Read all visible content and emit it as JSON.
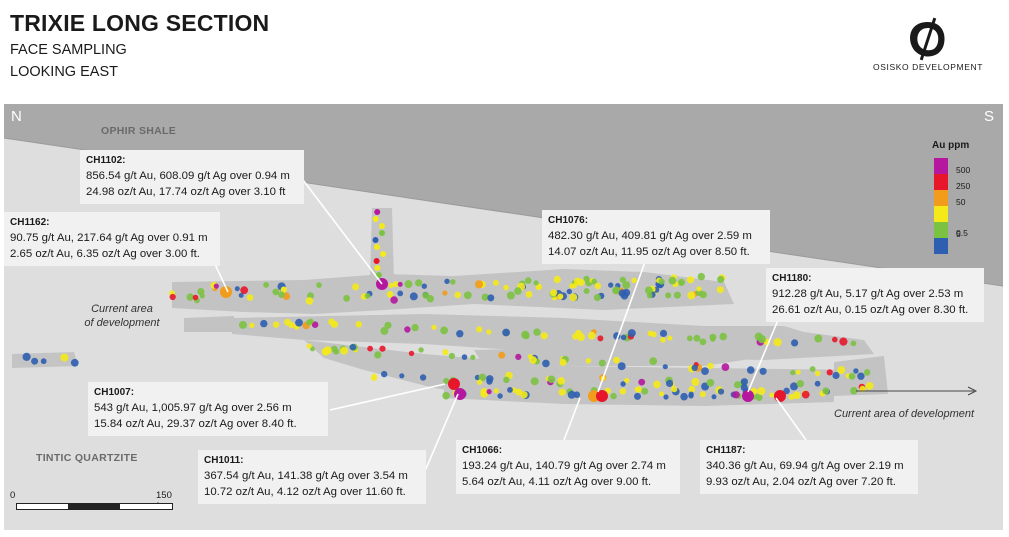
{
  "title": "TRIXIE LONG SECTION",
  "subtitle1": "FACE SAMPLING",
  "subtitle2": "LOOKING EAST",
  "logo_text": "OSISKO DEVELOPMENT",
  "compass": {
    "left": "N",
    "right": "S"
  },
  "rock_labels": {
    "top": "OPHIR SHALE",
    "bottom": "TINTIC QUARTZITE"
  },
  "current_area_left": [
    "Current area",
    "of development"
  ],
  "current_area_right": "Current area of development",
  "legend": {
    "title": "Au ppm",
    "items": [
      {
        "label": "500",
        "color": "#b5179e"
      },
      {
        "label": "250",
        "color": "#e8162a"
      },
      {
        "label": "50",
        "color": "#f39b1a"
      },
      {
        "label": "",
        "color": "#f4ea1a"
      },
      {
        "label": "5",
        "color": "#7cc242"
      },
      {
        "label": "0.5",
        "color": "#2f5fb0"
      }
    ]
  },
  "scale": {
    "start": "0",
    "end": "150 ft"
  },
  "callouts": [
    {
      "id": "CH1102:",
      "line1": "856.54 g/t Au, 608.09 g/t Ag over 0.94 m",
      "line2": "24.98 oz/t Au, 17.74 oz/t Ag over 3.10 ft"
    },
    {
      "id": "CH1162:",
      "line1": "90.75 g/t Au, 217.64 g/t Ag over 0.91 m",
      "line2": "2.65 oz/t Au, 6.35 oz/t Ag over 3.00 ft."
    },
    {
      "id": "CH1076:",
      "line1": "482.30 g/t Au, 409.81 g/t Ag over 2.59 m",
      "line2": "14.07 oz/t Au, 11.95 oz/t Ag over 8.50 ft."
    },
    {
      "id": "CH1180:",
      "line1": "912.28 g/t Au, 5.17 g/t Ag over 2.53 m",
      "line2": "26.61 oz/t Au, 0.15 oz/t Ag over 8.30 ft."
    },
    {
      "id": "CH1007:",
      "line1": "543 g/t Au, 1,005.97 g/t Ag over 2.56 m",
      "line2": "15.84 oz/t Au, 29.37 oz/t Ag over 8.40 ft."
    },
    {
      "id": "CH1011:",
      "line1": "367.54 g/t Au, 141.38 g/t Ag over 3.54 m",
      "line2": "10.72 oz/t Au, 4.12 oz/t Ag over 11.60 ft."
    },
    {
      "id": "CH1066:",
      "line1": "193.24 g/t Au, 140.79 g/t Ag over 2.74 m",
      "line2": "5.64 oz/t Au, 4.11 oz/t Ag over 9.00 ft."
    },
    {
      "id": "CH1187:",
      "line1": "340.36 g/t Au, 69.94 g/t Ag over 2.19 m",
      "line2": "9.93 oz/t Au, 2.04 oz/t Ag over 7.20 ft."
    }
  ]
}
